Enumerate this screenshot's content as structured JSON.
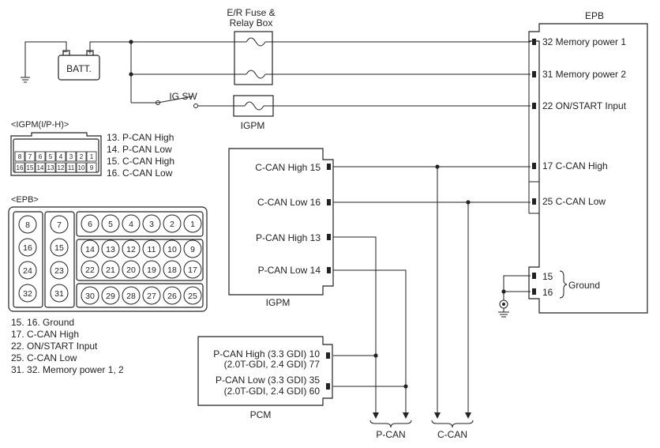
{
  "modules": {
    "er_fuse": "E/R Fuse &",
    "er_fuse_2": "Relay Box",
    "epb": "EPB",
    "batt": "BATT.",
    "ig_sw": "IG SW",
    "igpm_fuse": "IGPM",
    "igpm": "IGPM",
    "pcm": "PCM"
  },
  "epb_pins": [
    "32 Memory power 1",
    "31 Memory power 2",
    "22 ON/START Input",
    "17 C-CAN High",
    "25 C-CAN Low",
    "15",
    "16"
  ],
  "epb_ground_label": "Ground",
  "igpm_pins": [
    "C-CAN High 15",
    "C-CAN Low 16",
    "P-CAN High 13",
    "P-CAN Low 14"
  ],
  "pcm_pins": [
    "P-CAN High (3.3 GDI) 10",
    "(2.0T-GDI, 2.4 GDI) 77",
    "P-CAN Low (3.3 GDI) 35",
    "(2.0T-GDI, 2.4 GDI) 60"
  ],
  "buses": {
    "p_can": "P-CAN",
    "c_can": "C-CAN"
  },
  "connector_igpm": {
    "title": "<IGPM(I/P-H)>",
    "row1": [
      "8",
      "7",
      "6",
      "5",
      "4",
      "3",
      "2",
      "1"
    ],
    "row2": [
      "16",
      "15",
      "14",
      "13",
      "12",
      "11",
      "10",
      "9"
    ],
    "legend": [
      "13. P-CAN High",
      "14. P-CAN Low",
      "15. C-CAN High",
      "16. C-CAN Low"
    ]
  },
  "connector_epb": {
    "title": "<EPB>",
    "left_col_a": [
      "8",
      "16",
      "24",
      "32"
    ],
    "left_col_b": [
      "7",
      "15",
      "23",
      "31"
    ],
    "top_row": [
      "6",
      "5",
      "4",
      "3",
      "2",
      "1"
    ],
    "mid_row1": [
      "14",
      "13",
      "12",
      "11",
      "10",
      "9"
    ],
    "mid_row2": [
      "22",
      "21",
      "20",
      "19",
      "18",
      "17"
    ],
    "bottom_row": [
      "30",
      "29",
      "28",
      "27",
      "26",
      "25"
    ],
    "legend": [
      "15. 16. Ground",
      "17. C-CAN High",
      "22. ON/START Input",
      "25. C-CAN Low",
      "31. 32. Memory power 1, 2"
    ]
  }
}
